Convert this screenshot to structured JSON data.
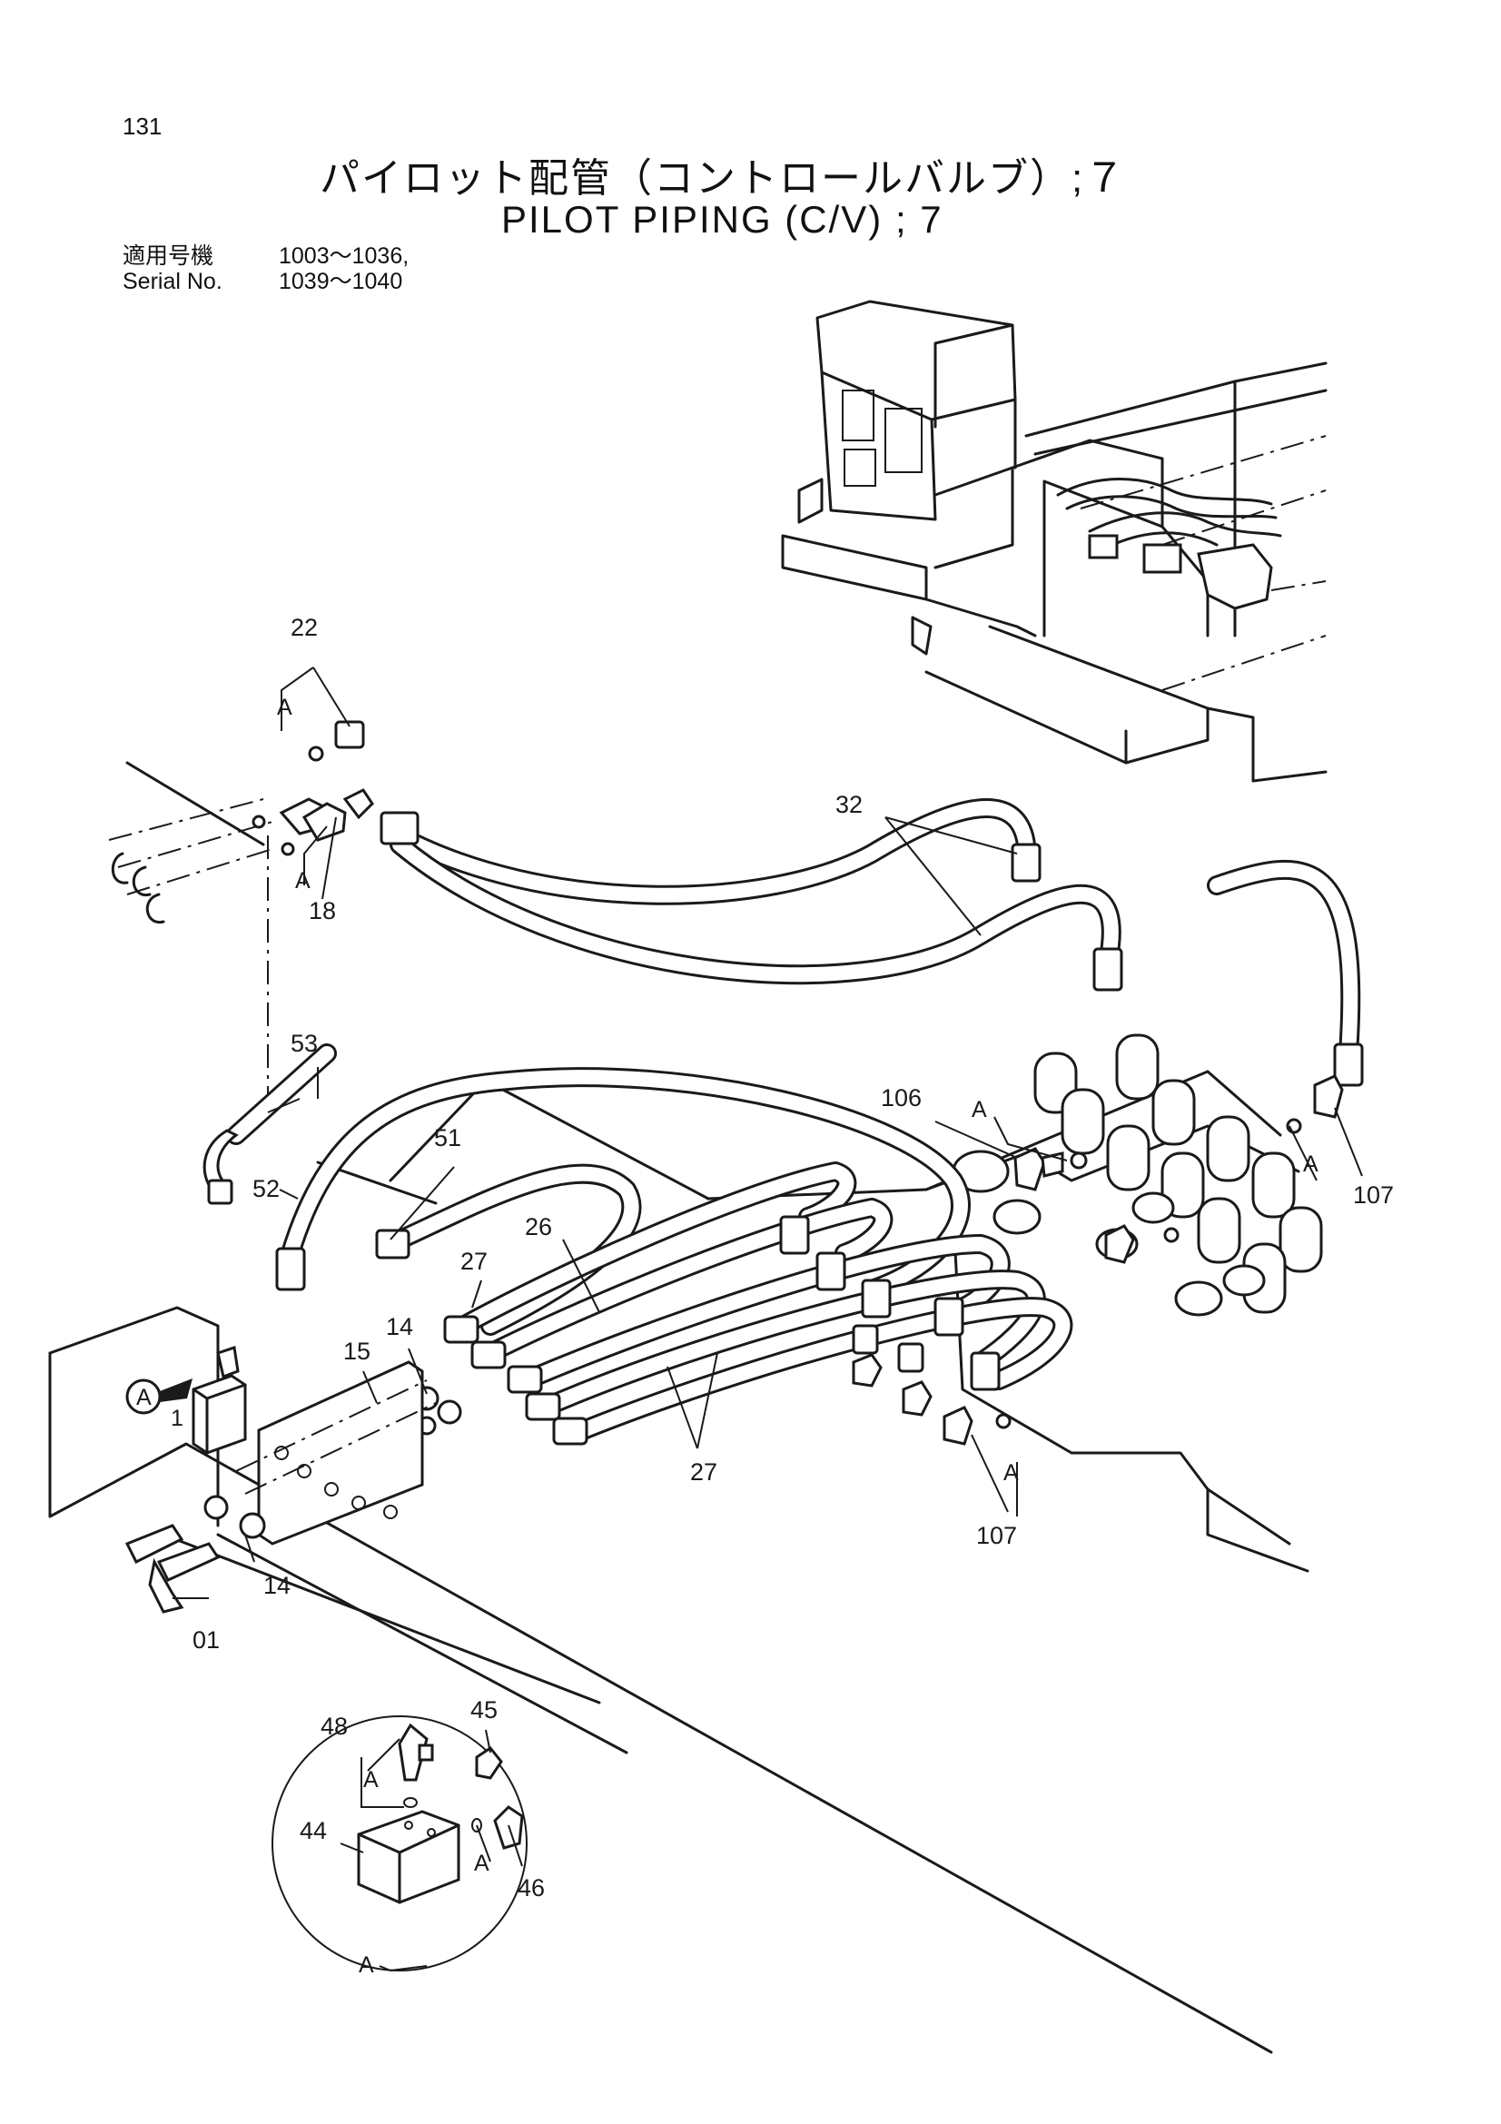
{
  "page": {
    "number": "131",
    "title_ja": "パイロット配管（コントロールバルブ）;７",
    "title_en": "PILOT PIPING (C/V) ; 7"
  },
  "applicability": {
    "label_ja": "適用号機",
    "range_1": "1003～1036,",
    "label_en": "Serial No.",
    "range_2": "1039～1040"
  },
  "callouts": {
    "p01": "01",
    "p14_a": "14",
    "p14_b": "14",
    "p15": "15",
    "p18": "18",
    "p22": "22",
    "p26": "26",
    "p27_a": "27",
    "p27_b": "27",
    "p32": "32",
    "p44": "44",
    "p45": "45",
    "p46": "46",
    "p48": "48",
    "p51": "51",
    "p52": "52",
    "p53": "53",
    "p106": "106",
    "p107_a": "107",
    "p107_b": "107"
  },
  "detail_ref": {
    "letter": "A",
    "index": "1"
  }
}
